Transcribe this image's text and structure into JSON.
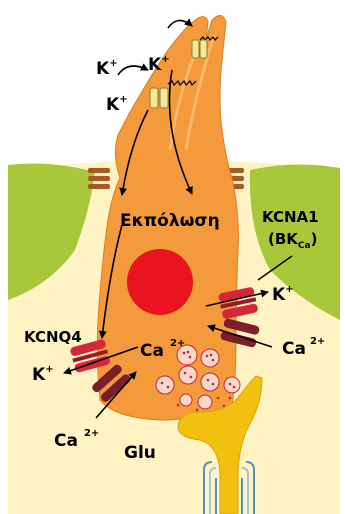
{
  "labels": {
    "depolarization": "Εκπόλωση",
    "kcna1_line1": "KCNA1",
    "kcna1_bk_open": "(BK",
    "kcna1_bk_sub": "Ca",
    "kcna1_bk_close": ")",
    "kcnq4": "KCNQ4",
    "k": "K",
    "plus": "+",
    "ca": "Ca",
    "ca_charge": "2+",
    "glu": "Glu"
  },
  "colors": {
    "cell": "#f39a3c",
    "cell_outline": "#e07d1a",
    "support": "#a9c73a",
    "background": "#fff3c4",
    "nucleus": "#e8141f",
    "k_channel": "#d4283a",
    "ca_channel": "#7a1f2a",
    "nerve": "#f2c10f",
    "myelin": "#5a8fb8"
  }
}
